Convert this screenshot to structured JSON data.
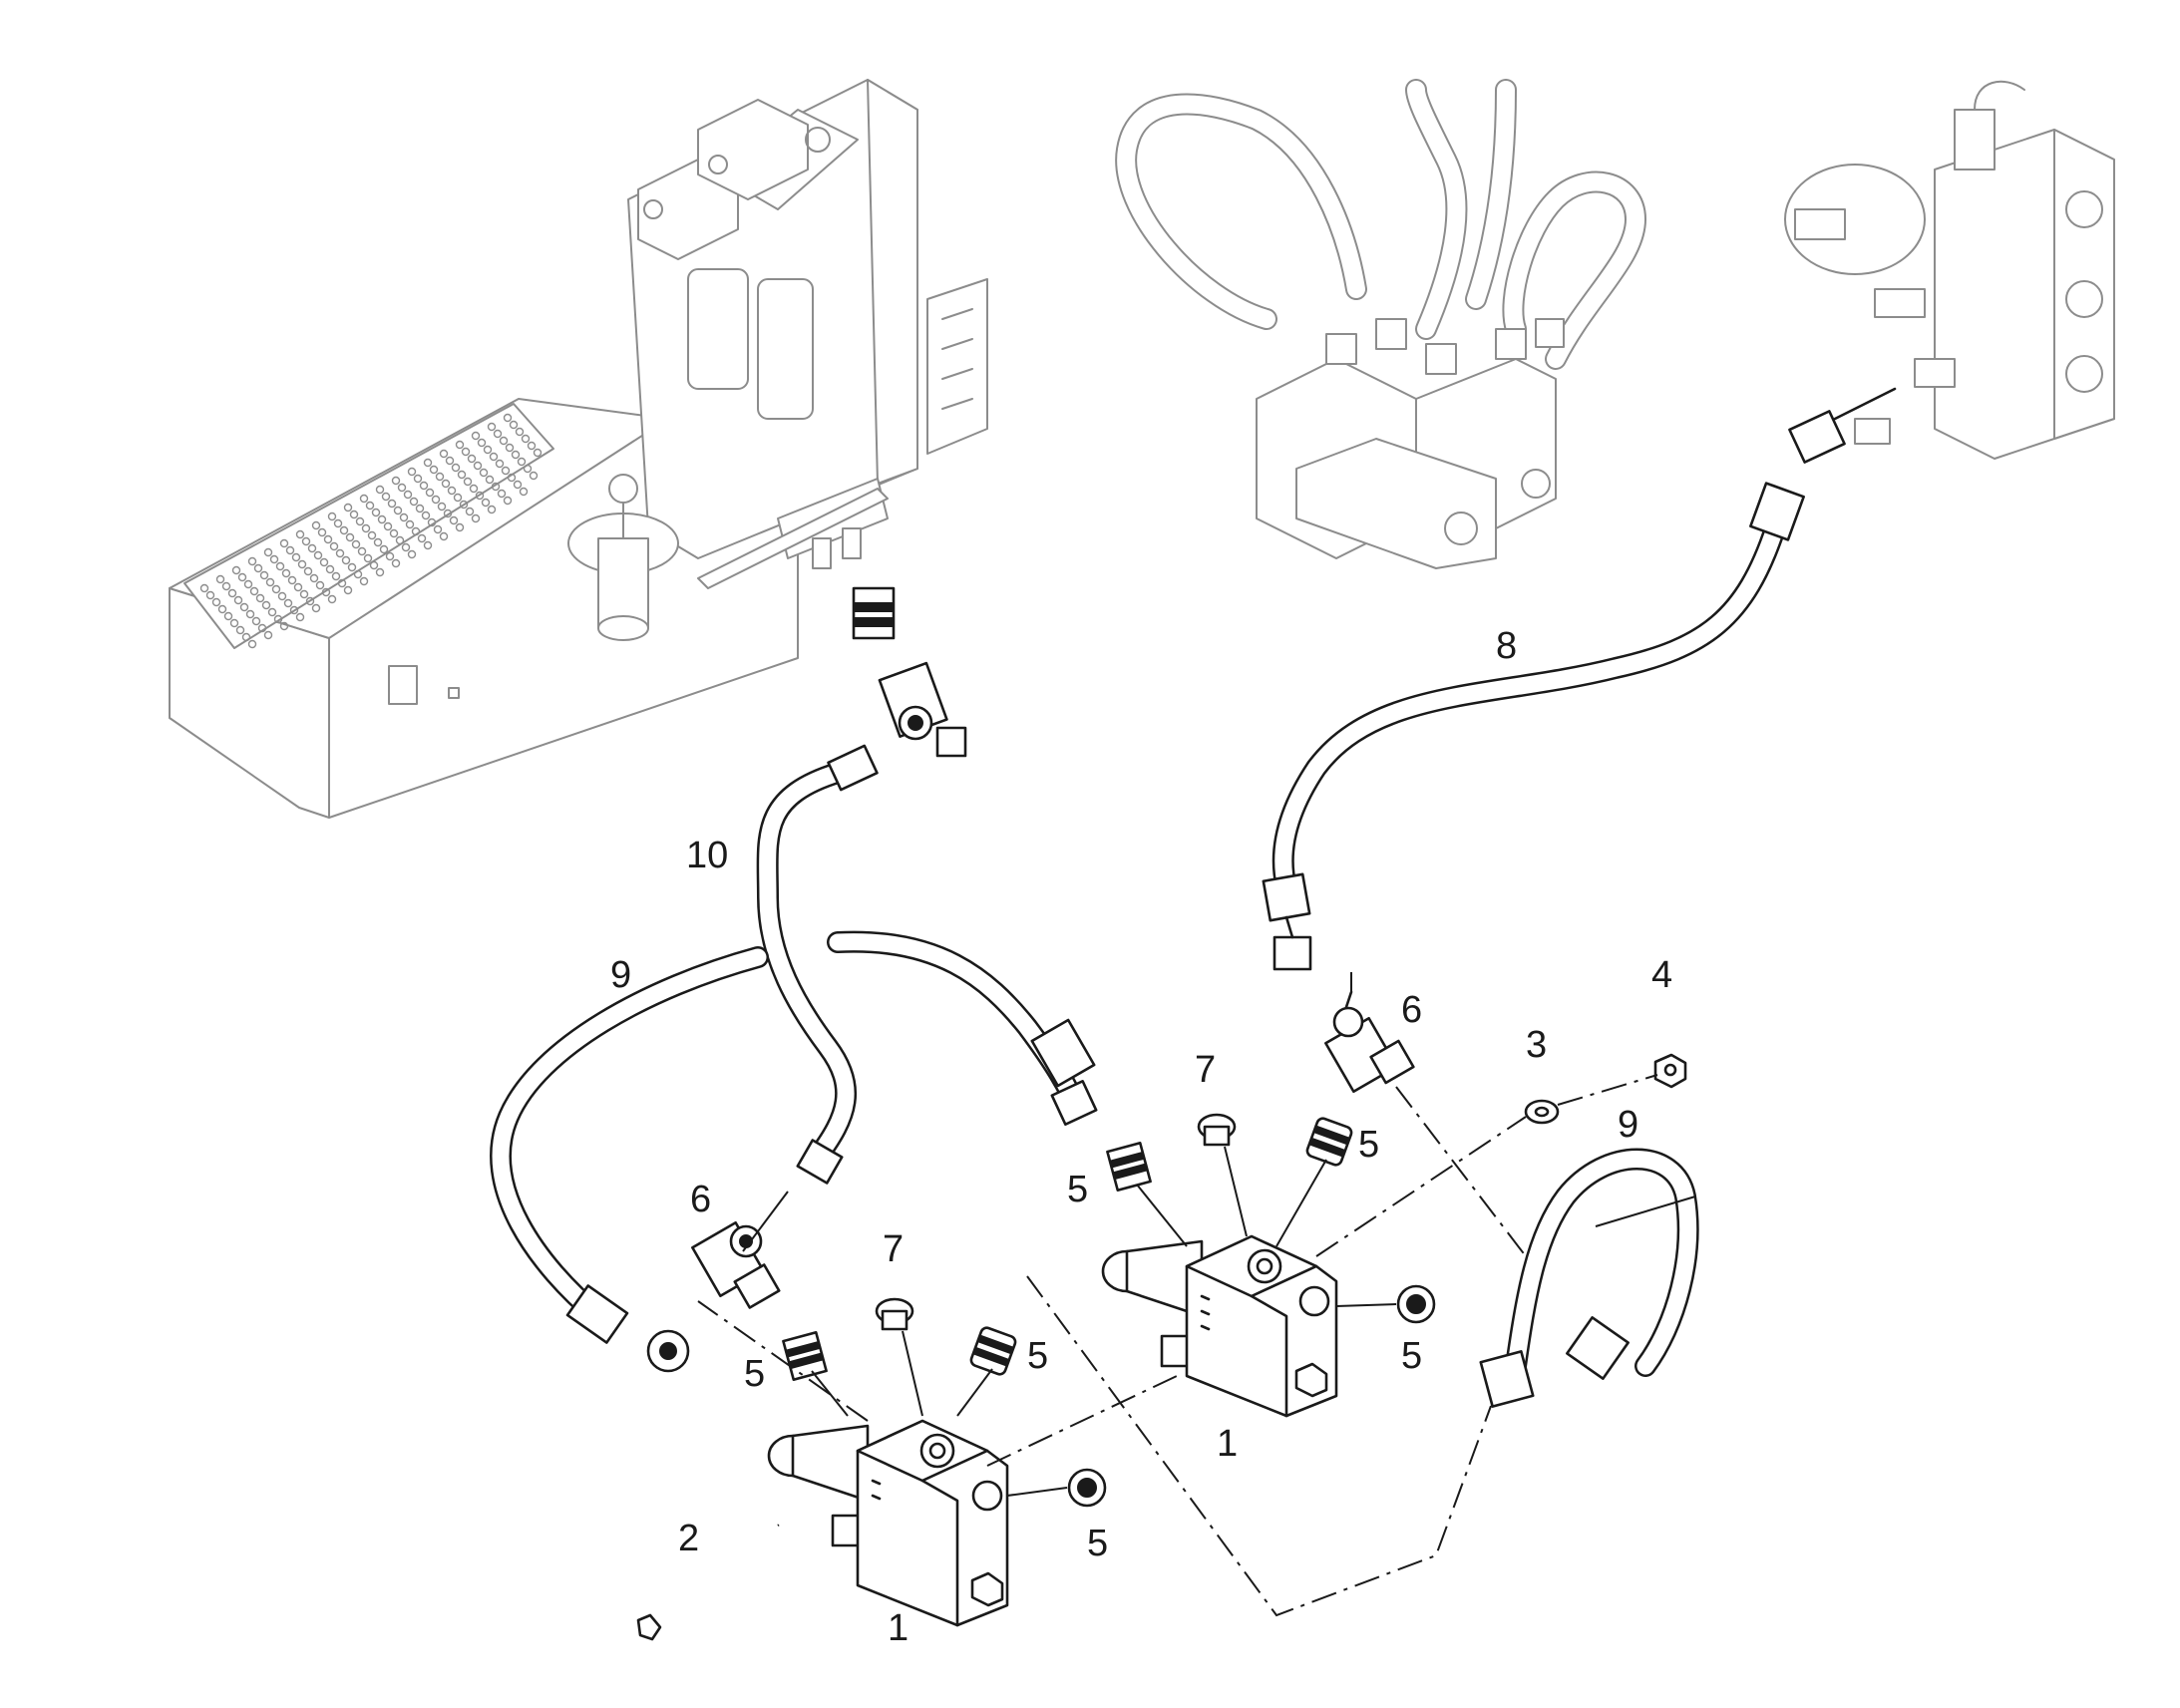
{
  "callouts": [
    {
      "id": "c-10",
      "label": "10"
    },
    {
      "id": "c-8",
      "label": "8"
    },
    {
      "id": "c-9a",
      "label": "9"
    },
    {
      "id": "c-9b",
      "label": "9"
    },
    {
      "id": "c-6a",
      "label": "6"
    },
    {
      "id": "c-6b",
      "label": "6"
    },
    {
      "id": "c-7a",
      "label": "7"
    },
    {
      "id": "c-7b",
      "label": "7"
    },
    {
      "id": "c-5a",
      "label": "5"
    },
    {
      "id": "c-5b",
      "label": "5"
    },
    {
      "id": "c-5c",
      "label": "5"
    },
    {
      "id": "c-5d",
      "label": "5"
    },
    {
      "id": "c-5e",
      "label": "5"
    },
    {
      "id": "c-5f",
      "label": "5"
    },
    {
      "id": "c-3",
      "label": "3"
    },
    {
      "id": "c-4",
      "label": "4"
    },
    {
      "id": "c-2",
      "label": "2"
    },
    {
      "id": "c-1a",
      "label": "1"
    },
    {
      "id": "c-1b",
      "label": "1"
    }
  ],
  "colors": {
    "line": "#1a1a1a",
    "context": "#8c8c8c",
    "background": "#ffffff"
  }
}
